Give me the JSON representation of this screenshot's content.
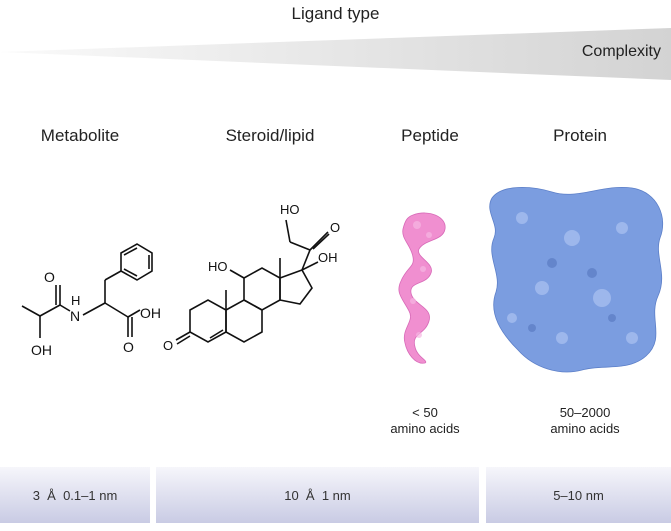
{
  "header": {
    "title": "Ligand type",
    "complexity_label": "Complexity"
  },
  "columns": [
    {
      "label": "Metabolite"
    },
    {
      "label": "Steroid/lipid"
    },
    {
      "label": "Peptide",
      "note": [
        "< 50",
        "amino acids"
      ]
    },
    {
      "label": "Protein",
      "note": [
        "50–2000",
        "amino acids"
      ]
    }
  ],
  "atoms": {
    "metabolite": {
      "o1": "O",
      "nh": "H",
      "n": "N",
      "oh": "OH",
      "oh2": "OH",
      "o2": "O"
    },
    "steroid": {
      "ho1": "HO",
      "o_ketone": "O",
      "ho2": "HO",
      "oh": "OH",
      "o_ring": "O"
    }
  },
  "size_bars": [
    {
      "text": "3  Å  0.1–1 nm"
    },
    {
      "text": "10  Å  1 nm"
    },
    {
      "text": "5–10 nm"
    }
  ],
  "colors": {
    "peptide": "#f08fd0",
    "protein": "#7b9de0",
    "bar_top": "#f6f6fb",
    "bar_bottom": "#c9cbe4"
  }
}
